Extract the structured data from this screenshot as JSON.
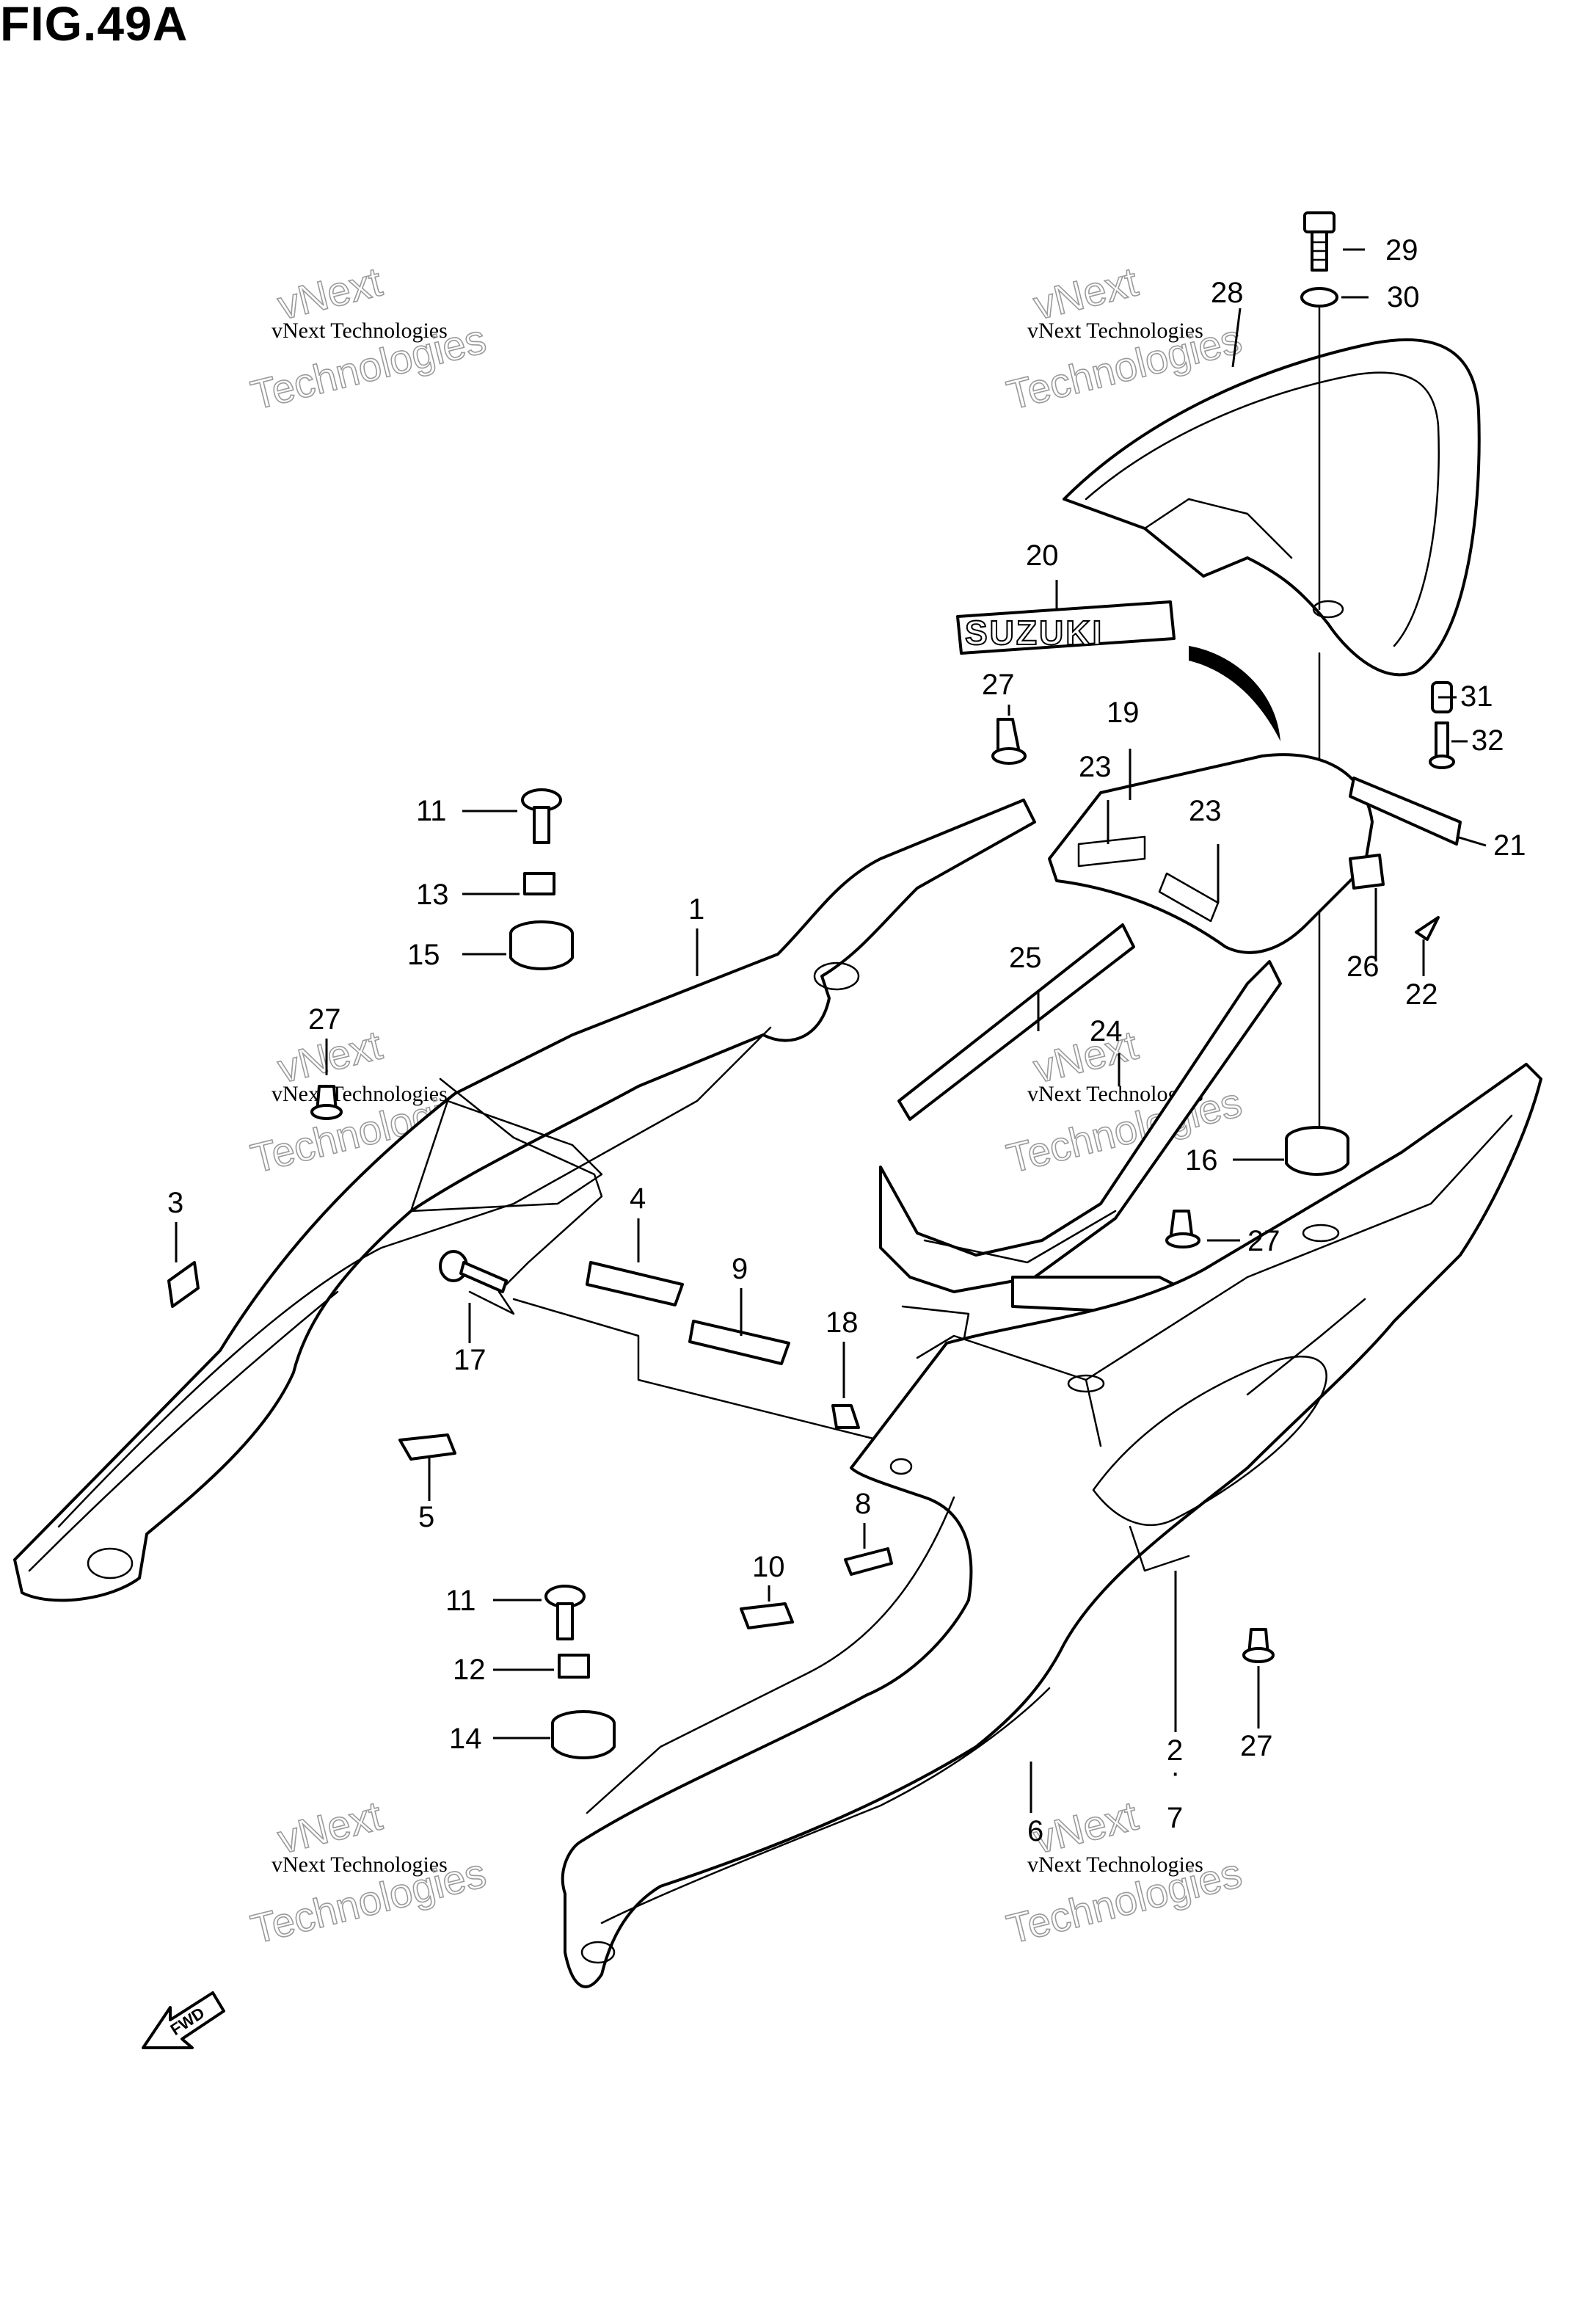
{
  "figure": {
    "title": "FIG.49A"
  },
  "brand_decal": {
    "text": "SUZUKI"
  },
  "fwd_arrow": {
    "text": "FWD"
  },
  "watermark": {
    "small": "vNext Technologies",
    "big": "Technologies",
    "top": "vNext"
  },
  "callouts": [
    {
      "num": "1"
    },
    {
      "num": "2"
    },
    {
      "num": "·"
    },
    {
      "num": "7"
    },
    {
      "num": "3"
    },
    {
      "num": "4"
    },
    {
      "num": "5"
    },
    {
      "num": "6"
    },
    {
      "num": "8"
    },
    {
      "num": "9"
    },
    {
      "num": "10"
    },
    {
      "num": "11"
    },
    {
      "num": "11"
    },
    {
      "num": "12"
    },
    {
      "num": "13"
    },
    {
      "num": "14"
    },
    {
      "num": "15"
    },
    {
      "num": "16"
    },
    {
      "num": "17"
    },
    {
      "num": "18"
    },
    {
      "num": "19"
    },
    {
      "num": "20"
    },
    {
      "num": "21"
    },
    {
      "num": "22"
    },
    {
      "num": "23"
    },
    {
      "num": "23"
    },
    {
      "num": "24"
    },
    {
      "num": "25"
    },
    {
      "num": "26"
    },
    {
      "num": "27"
    },
    {
      "num": "27"
    },
    {
      "num": "27"
    },
    {
      "num": "27"
    },
    {
      "num": "28"
    },
    {
      "num": "29"
    },
    {
      "num": "30"
    },
    {
      "num": "31"
    },
    {
      "num": "32"
    }
  ]
}
